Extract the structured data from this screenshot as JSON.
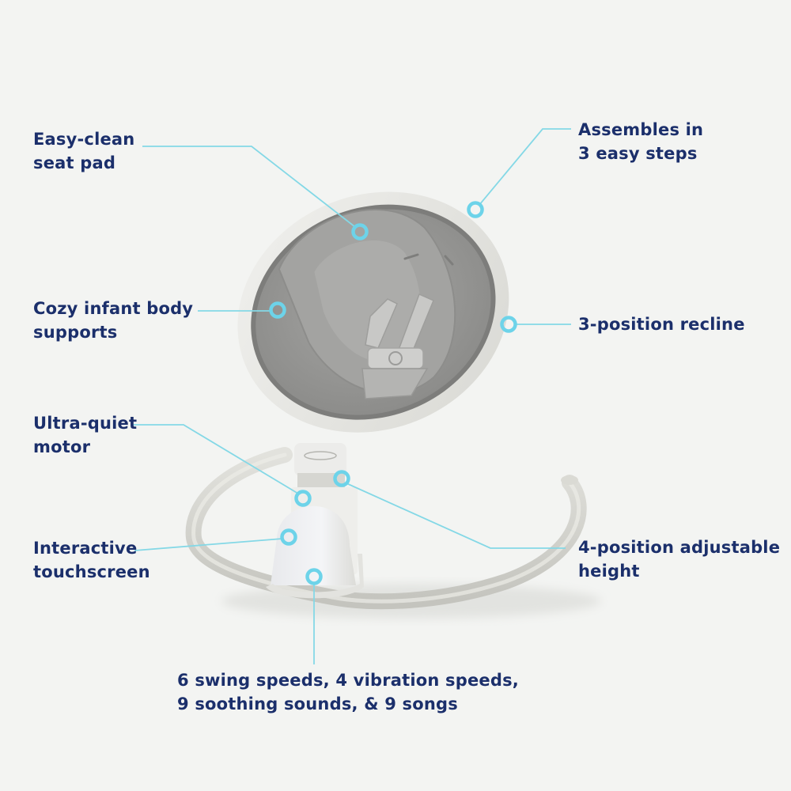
{
  "infographic": {
    "subject": "Baby swing with seat, stem, control base and arched base tube",
    "colors": {
      "background": "#f3f4f2",
      "text": "#1b2f6b",
      "leader_line": "#84d8e6",
      "hotspot_ring": "#6dd3e9",
      "seat_fabric": "#9a9a9a",
      "frame": "#e4e4df",
      "base_tube": "#d2d2cc"
    },
    "features": [
      {
        "id": "easy-clean",
        "lines": [
          "Easy-clean",
          "seat pad"
        ]
      },
      {
        "id": "assembles",
        "lines": [
          "Assembles in",
          "3 easy steps"
        ]
      },
      {
        "id": "cozy",
        "lines": [
          "Cozy infant body",
          "supports"
        ]
      },
      {
        "id": "recline",
        "lines": [
          "3-position recline"
        ]
      },
      {
        "id": "motor",
        "lines": [
          "Ultra-quiet",
          "motor"
        ]
      },
      {
        "id": "height",
        "lines": [
          "4-position adjustable",
          "height"
        ]
      },
      {
        "id": "touchscreen",
        "lines": [
          "Interactive",
          "touchscreen"
        ]
      },
      {
        "id": "speeds",
        "lines": [
          "6 swing speeds, 4 vibration speeds,",
          "9 soothing sounds, & 9 songs"
        ]
      }
    ]
  }
}
